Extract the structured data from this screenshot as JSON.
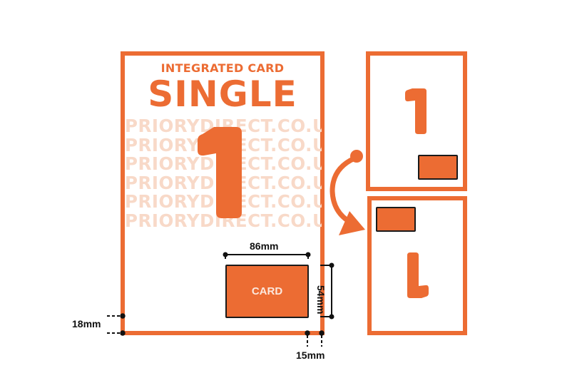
{
  "diagram": {
    "subtitle": "INTEGRATED CARD",
    "title": "SINGLE",
    "main_numeral": "1",
    "watermark_rows": [
      "PRIORYDIRECT.CO.UK",
      "PRIORYDIRECT.CO.UK",
      "PRIORYDIRECT.CO.UK",
      "PRIORYDIRECT.CO.UK",
      "PRIORYDIRECT.CO.UK",
      "PRIORYDIRECT.CO.UK"
    ],
    "card": {
      "label": "CARD",
      "width_label": "86mm",
      "height_label": "54mm"
    },
    "margins": {
      "bottom_label": "18mm",
      "right_label": "15mm"
    },
    "side_views": {
      "top": {
        "numeral": "1",
        "orientation": "upright",
        "card_position": "bottom-right"
      },
      "bottom": {
        "numeral": "1",
        "orientation": "rotated-180",
        "card_position": "top-left"
      },
      "arrow": "curved-arrow-flip"
    },
    "colors": {
      "accent": "#ec6c33",
      "watermark": "#f8d9c8",
      "card_border": "#1a1a1a",
      "dimension": "#111111"
    }
  }
}
